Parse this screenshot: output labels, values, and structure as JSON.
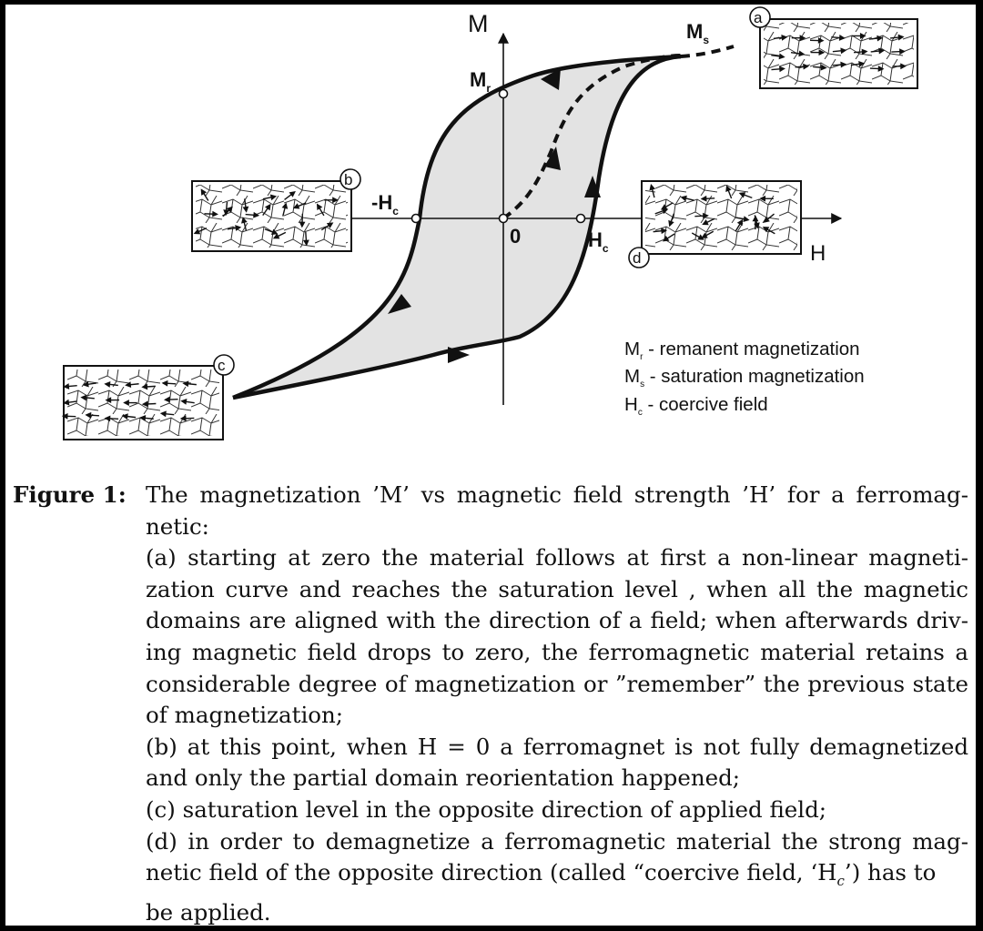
{
  "diagram": {
    "axis_m": "M",
    "axis_h": "H",
    "origin": "0",
    "mr_main": "M",
    "mr_sub": "r",
    "ms_main": "M",
    "ms_sub": "s",
    "neg_hc_main": "-H",
    "neg_hc_sub": "c",
    "hc_main": "H",
    "hc_sub": "c",
    "markers": [
      "a",
      "b",
      "c",
      "d"
    ],
    "legend": [
      {
        "sym": "M",
        "sub": "r",
        "text": " - remanent magnetization"
      },
      {
        "sym": "M",
        "sub": "s",
        "text": " - saturation magnetization"
      },
      {
        "sym": "H",
        "sub": "c",
        "text": " - coercive field"
      }
    ],
    "colors": {
      "loop_fill": "#e3e3e3",
      "ink": "#111111"
    }
  },
  "caption": {
    "label": "Figure 1:",
    "lines": [
      "The magnetization ’M’ vs magnetic field strength ’H’ for a ferromag-",
      "netic:",
      "(a) starting at zero the material follows at first a non-linear magneti-",
      "zation curve and reaches the saturation level , when all the magnetic",
      "domains are aligned with the direction of a field; when afterwards driv-",
      "ing magnetic field drops to zero, the ferromagnetic material retains a",
      "considerable degree of magnetization or ”remember” the previous state",
      "of magnetization;",
      "(b) at this point, when H = 0 a ferromagnet is not fully demagnetized",
      "and only the partial domain reorientation happened;",
      "(c) saturation level in the opposite direction of applied field;",
      "(d) in order to demagnetize a ferromagnetic material the strong mag-",
      "netic field of the opposite direction (called “coercive field, ‘H",
      "c",
      "’) has to",
      "be applied."
    ]
  }
}
